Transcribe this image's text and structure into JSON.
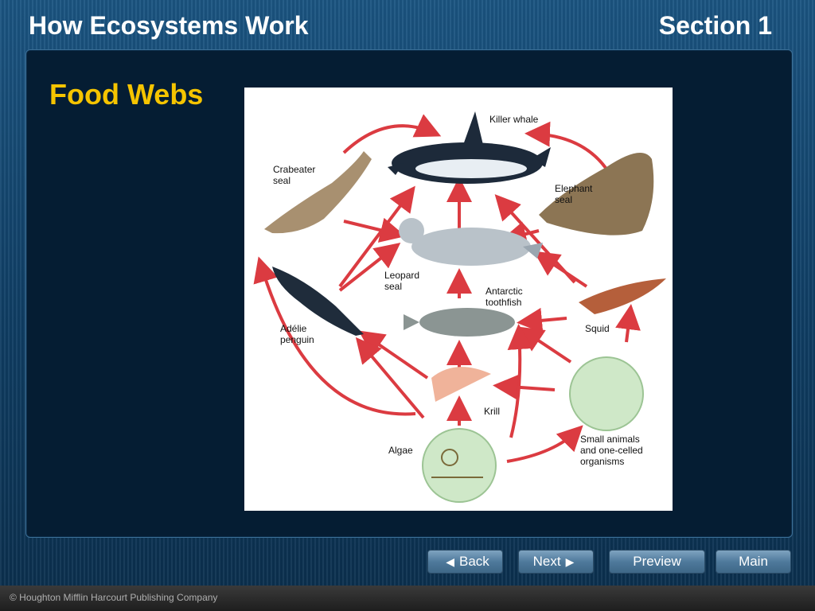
{
  "header": {
    "title": "How Ecosystems Work",
    "section": "Section 1"
  },
  "slide": {
    "heading": "Food Webs"
  },
  "figure": {
    "labels": {
      "killer_whale": "Killer whale",
      "crabeater_seal": "Crabeater\nseal",
      "elephant_seal": "Elephant\nseal",
      "leopard_seal": "Leopard\nseal",
      "antarctic_toothfish": "Antarctic\ntoothfish",
      "adelie_penguin": "Adélie\npenguin",
      "squid": "Squid",
      "krill": "Krill",
      "algae": "Algae",
      "small_animals": "Small animals\nand one-celled\norganisms"
    },
    "arrow_color": "#d8262d"
  },
  "nav": {
    "back": "Back",
    "next": "Next",
    "preview": "Preview",
    "main": "Main"
  },
  "footer": {
    "copyright": "© Houghton Mifflin Harcourt Publishing Company"
  }
}
